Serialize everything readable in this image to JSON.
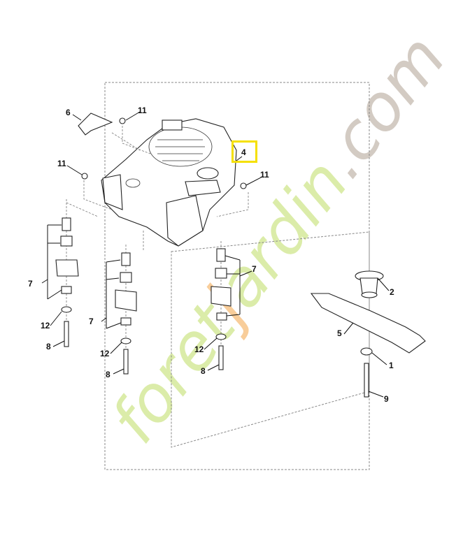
{
  "diagram": {
    "highlight_color": "#f5e000",
    "highlighted_callout": "4",
    "callouts": {
      "part6": "6",
      "part11_top": "11",
      "part11_left": "11",
      "part11_right": "11",
      "part4": "4",
      "part7_left": "7",
      "part7_mid": "7",
      "part7_right": "7",
      "part12_left": "12",
      "part12_mid": "12",
      "part12_right": "12",
      "part8_left": "8",
      "part8_mid": "8",
      "part8_right": "8",
      "part2": "2",
      "part5": "5",
      "part1": "1",
      "part9": "9"
    }
  },
  "watermark": {
    "parts": [
      "foret",
      "j",
      "ardin",
      ".com"
    ],
    "colors": [
      "#d8eaa0",
      "#f8c890",
      "#d8eaa0",
      "#cfc6bd"
    ]
  }
}
